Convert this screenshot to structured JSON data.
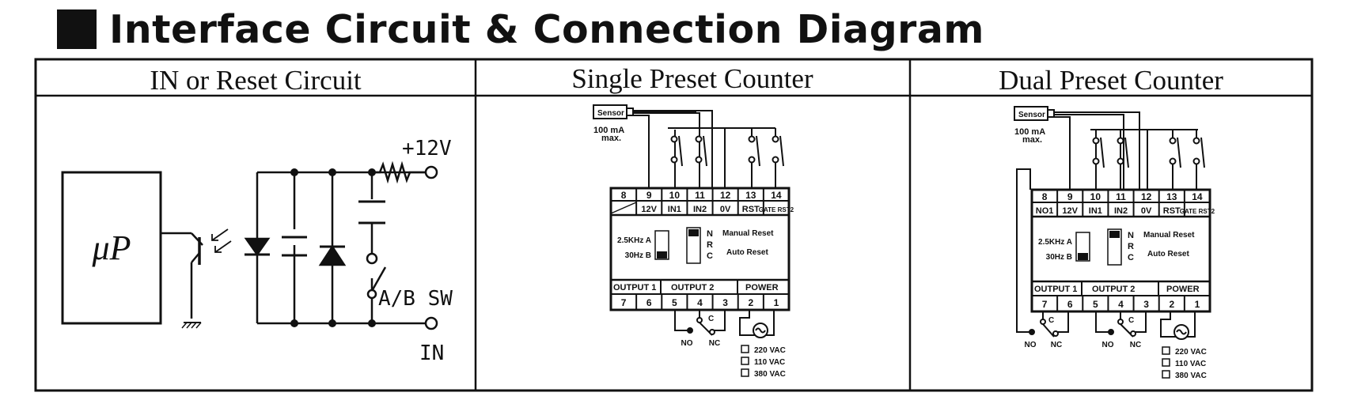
{
  "title": "Interface Circuit & Connection Diagram",
  "panels": {
    "in_reset": {
      "header": "IN or Reset Circuit",
      "up_label": "μP",
      "v12": "+12V",
      "ab_sw": "A/B  SW",
      "in": "IN"
    },
    "single": {
      "header": "Single Preset Counter",
      "sensor": "Sensor",
      "max1": "100 mA",
      "max2": "max.",
      "terminals_top": [
        "8",
        "9",
        "10",
        "11",
        "12",
        "13",
        "14"
      ],
      "labels_top": [
        "",
        "12V",
        "IN1",
        "IN2",
        "0V",
        "RST",
        "GATE RST2"
      ],
      "freq_a": "2.5KHz  A",
      "freq_b": "30Hz  B",
      "nrc": [
        "N",
        "R",
        "C"
      ],
      "manual_reset": "Manual  Reset",
      "auto_reset": "Auto  Reset",
      "output1": "OUTPUT  1",
      "output2": "OUTPUT   2",
      "power": "POWER",
      "terminals_bot": [
        "7",
        "6",
        "5",
        "4",
        "3",
        "2",
        "1"
      ],
      "relay": [
        "NO",
        "C",
        "NC"
      ],
      "vac": [
        "220  VAC",
        "110  VAC",
        "380  VAC"
      ]
    },
    "dual": {
      "header": "Dual Preset Counter",
      "sensor": "Sensor",
      "max1": "100 mA",
      "max2": "max.",
      "terminals_top": [
        "8",
        "9",
        "10",
        "11",
        "12",
        "13",
        "14"
      ],
      "labels_top": [
        "NO1",
        "12V",
        "IN1",
        "IN2",
        "0V",
        "RST",
        "GATE RST2"
      ],
      "freq_a": "2.5KHz  A",
      "freq_b": "30Hz  B",
      "nrc": [
        "N",
        "R",
        "C"
      ],
      "manual_reset": "Manual  Reset",
      "auto_reset": "Auto  Reset",
      "output1": "OUTPUT  1",
      "output2": "OUTPUT   2",
      "power": "POWER",
      "terminals_bot": [
        "7",
        "6",
        "5",
        "4",
        "3",
        "2",
        "1"
      ],
      "relay1": [
        "C",
        "NO",
        "NC"
      ],
      "relay2": [
        "NO",
        "C",
        "NC"
      ],
      "vac": [
        "220  VAC",
        "110  VAC",
        "380  VAC"
      ]
    }
  }
}
